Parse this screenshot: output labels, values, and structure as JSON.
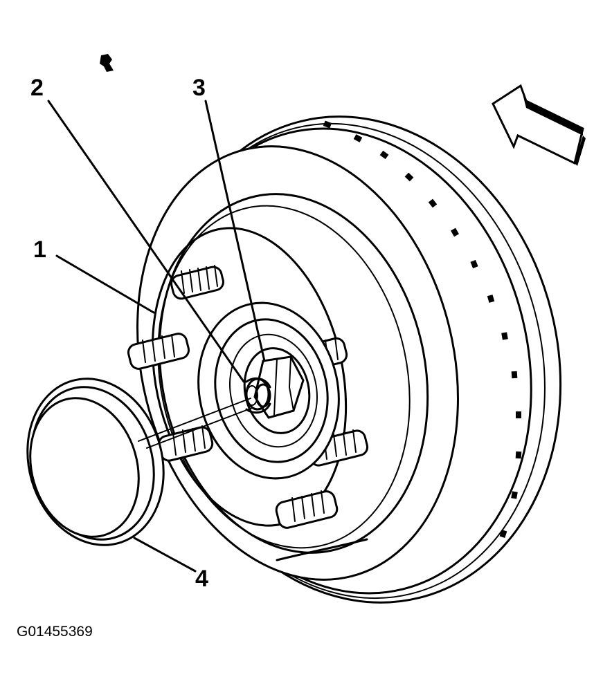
{
  "callouts": [
    "1",
    "2",
    "3",
    "4"
  ],
  "figure_id": "G01455369",
  "colors": {
    "line": "#000000",
    "background": "#ffffff"
  }
}
